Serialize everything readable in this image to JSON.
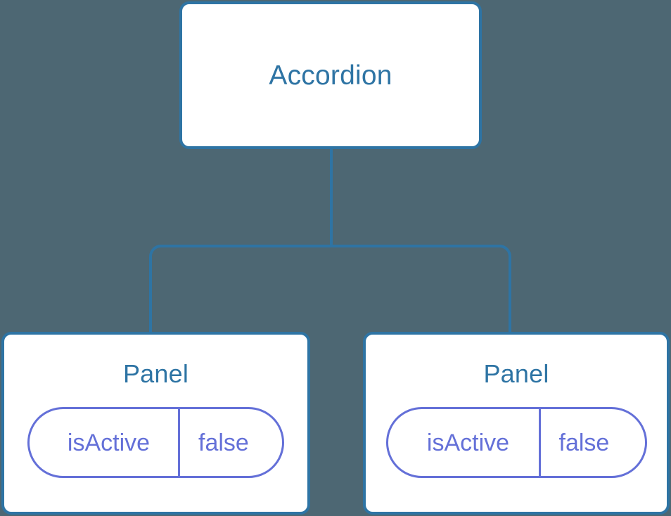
{
  "diagram": {
    "type": "component-tree",
    "background_color": "#4d6773",
    "node_border_color": "#2e74a4",
    "node_title_color": "#2e74a4",
    "connector_color": "#2e74a4",
    "pill_color": "#6470d8",
    "root": {
      "id": "accordion",
      "label": "Accordion"
    },
    "children": [
      {
        "id": "panel-left",
        "label": "Panel",
        "state": {
          "key": "isActive",
          "value": "false"
        }
      },
      {
        "id": "panel-right",
        "label": "Panel",
        "state": {
          "key": "isActive",
          "value": "false"
        }
      }
    ]
  }
}
